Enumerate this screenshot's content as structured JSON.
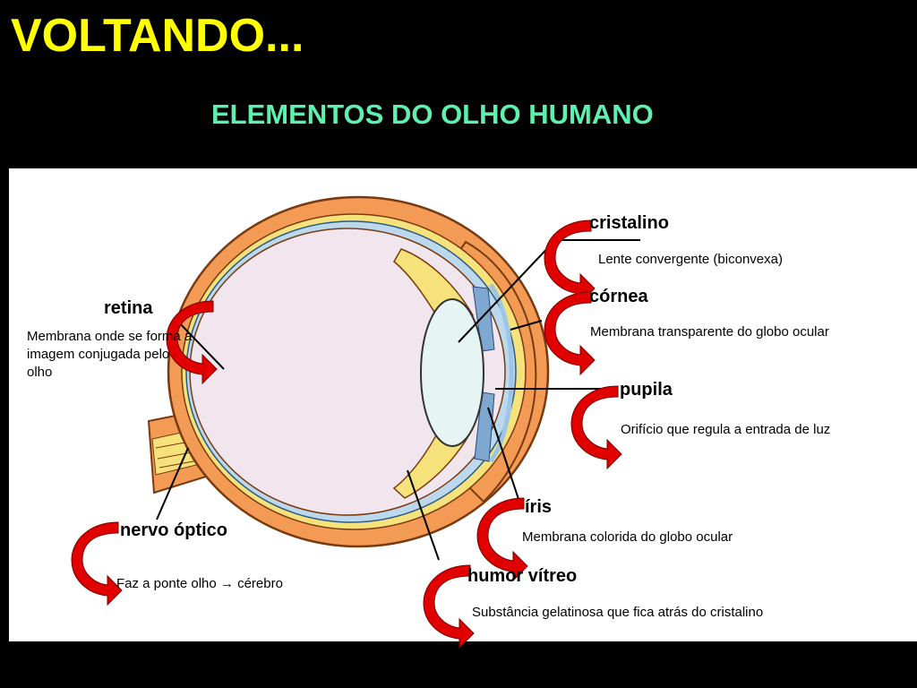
{
  "slide": {
    "title": "VOLTANDO...",
    "subtitle": "ELEMENTOS DO OLHO HUMANO"
  },
  "colors": {
    "background": "#000000",
    "title": "#ffff00",
    "subtitle": "#5ff0b0",
    "arrow": "#e00000",
    "sclera": "#f39a55",
    "vitreous": "#f1e6ee",
    "lens": "#e6f4f3"
  },
  "structures": [
    {
      "key": "cristalino",
      "label": "cristalino",
      "description": "Lente convergente (biconvexa)"
    },
    {
      "key": "cornea",
      "label": "córnea",
      "description": "Membrana transparente do globo ocular"
    },
    {
      "key": "pupila",
      "label": "pupila",
      "description": "Orifício que regula a entrada de luz"
    },
    {
      "key": "iris",
      "label": "íris",
      "description": "Membrana colorida do globo ocular"
    },
    {
      "key": "humor",
      "label": "humor vítreo",
      "description": "Substância gelatinosa que fica atrás do cristalino"
    },
    {
      "key": "nervo",
      "label": "nervo óptico",
      "description": "Faz a ponte olho → cérebro"
    },
    {
      "key": "retina",
      "label": "retina",
      "description": "Membrana onde se forma a imagem conjugada pelo olho"
    }
  ]
}
